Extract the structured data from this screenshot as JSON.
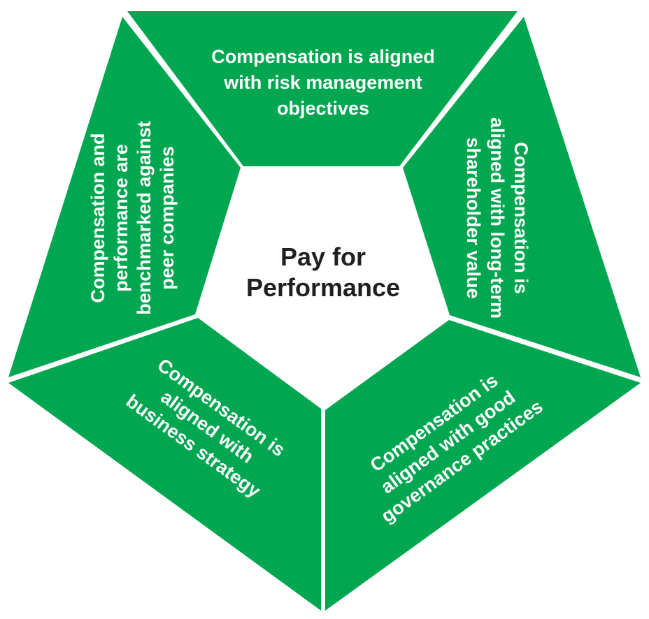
{
  "colors": {
    "segment_fill": "#00a650",
    "separator": "#ffffff",
    "segment_text": "#ffffff",
    "center_fill": "#ffffff",
    "center_text": "#231f20"
  },
  "center": {
    "line1": "Pay for",
    "line2": "Performance"
  },
  "segments": {
    "top": {
      "line1": "Compensation is aligned",
      "line2": "with risk management",
      "line3": "objectives"
    },
    "right": {
      "line1": "Compensation is",
      "line2": "aligned with long-term",
      "line3": "shareholder value"
    },
    "bottom_right": {
      "line1": "Compensation is",
      "line2": "aligned with good",
      "line3": "governance practices"
    },
    "bottom_left": {
      "line1": "Compensation is",
      "line2": "aligned with",
      "line3": "business strategy"
    },
    "left": {
      "line1": "Compensation and",
      "line2": "performance are",
      "line3": "benchmarked against",
      "line4": "peer companies"
    }
  }
}
